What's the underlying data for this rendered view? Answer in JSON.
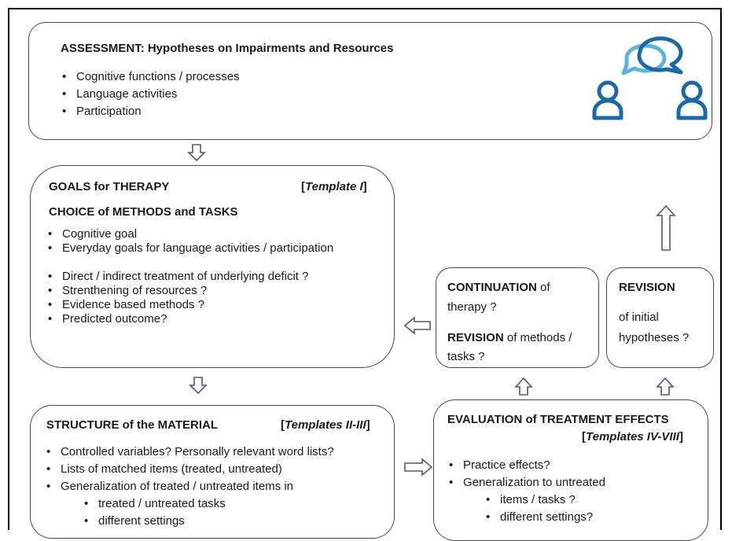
{
  "assessment": {
    "title": "ASSESSMENT: Hypotheses on Impairments and Resources",
    "items": [
      "Cognitive functions / processes",
      "Language activities",
      "Participation"
    ],
    "icon": "conversation-people-icon"
  },
  "goals": {
    "title": "GOALS for THERAPY",
    "template": "Template I",
    "subtitle": "CHOICE of METHODS and TASKS",
    "items_a": [
      "Cognitive goal",
      "Everyday goals for language activities / participation"
    ],
    "items_b": [
      "Direct / indirect treatment of underlying deficit ?",
      "Strenthening of resources ?",
      "Evidence based methods ?",
      "Predicted outcome?"
    ]
  },
  "continuation": {
    "title": "CONTINUATION",
    "title_rest": " of",
    "line2": "therapy ?",
    "title2": "REVISION",
    "title2_rest": " of methods /",
    "line4": "tasks ?"
  },
  "revision": {
    "title": "REVISION",
    "line1": "of initial",
    "line2": "hypotheses ?"
  },
  "structure": {
    "title": "STRUCTURE of the MATERIAL",
    "template": "Templates II-III",
    "items": [
      "Controlled variables? Personally relevant word lists?",
      "Lists of matched items (treated, untreated)",
      "Generalization of treated / untreated items in"
    ],
    "subitems": [
      "treated / untreated tasks",
      "different settings"
    ]
  },
  "evaluation": {
    "title": "EVALUATION of TREATMENT EFFECTS",
    "template": "Templates IV-VIII",
    "items": [
      "Practice effects?",
      "Generalization to  untreated"
    ],
    "subitems": [
      "items / tasks ?",
      "different settings?"
    ]
  },
  "colors": {
    "icon": "#1b6aa8",
    "icon_light": "#5ab4e0",
    "border": "#4a4a4a"
  }
}
